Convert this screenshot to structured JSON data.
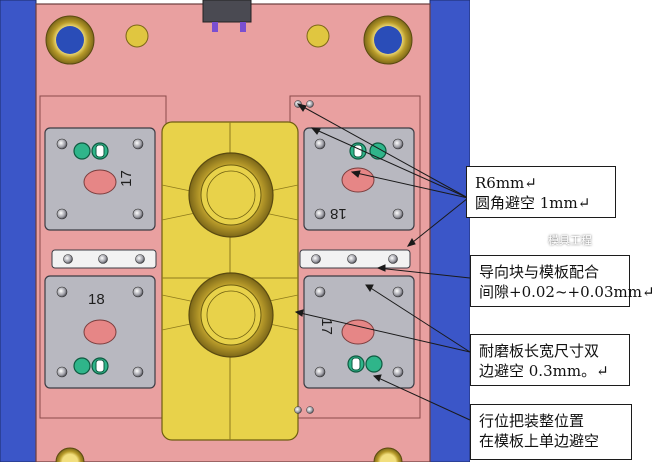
{
  "callouts": {
    "r6": {
      "line1": "R6mm↵",
      "line2": "圆角避空 1mm↵"
    },
    "guide": {
      "line1": "导向块与模板配合",
      "line2": "间隙+0.02~+0.03mm↵"
    },
    "wear": {
      "line1": "耐磨板长宽尺寸双",
      "line2": "边避空 0.3mm。↵"
    },
    "slide": {
      "line1": "行位把装整位置",
      "line2": "在模板上单边避空"
    }
  },
  "plate_labels": {
    "top_left": "17",
    "top_right": "18",
    "bottom_left": "18",
    "bottom_right": "17"
  },
  "watermark": "模具工程",
  "colors": {
    "plate": "#e9a0a0",
    "wear_plate": "#b8b8c0",
    "core_insert": "#e8d24a",
    "side_frame": "#3b56c8",
    "guide_strip": "#f2f2f2"
  }
}
